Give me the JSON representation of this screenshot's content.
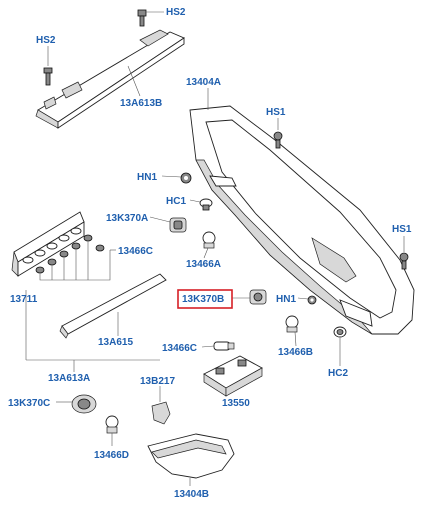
{
  "diagram": {
    "labels": {
      "hs2_top": "HS2",
      "hs2_left": "HS2",
      "a613b": "13A613B",
      "a13404a": "13404A",
      "hs1_top": "HS1",
      "hs1_right": "HS1",
      "hn1_top": "HN1",
      "hc1": "HC1",
      "k370a": "13K370A",
      "c466": "13466C",
      "a466": "13466A",
      "n13711": "13711",
      "k370b": "13K370B",
      "hn1_mid": "HN1",
      "a615": "13A615",
      "c466b": "13466C",
      "b466": "13466B",
      "hc2": "HC2",
      "a613a": "13A613A",
      "b217": "13B217",
      "k370c": "13K370C",
      "n13550": "13550",
      "d466": "13466D",
      "b13404": "13404B"
    },
    "highlighted_label": "13K370B",
    "colors": {
      "label": "#1f5fae",
      "highlight": "#d61f26",
      "line": "#222222"
    }
  }
}
